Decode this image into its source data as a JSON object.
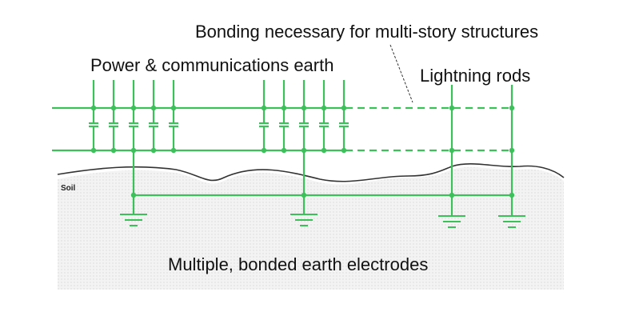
{
  "labels": {
    "bonding": "Bonding necessary for multi-story structures",
    "power_earth": "Power & communications earth",
    "lightning_rods": "Lightning rods",
    "soil": "Soil",
    "electrodes": "Multiple, bonded earth electrodes"
  },
  "colors": {
    "conductor": "#3cc05a",
    "ground_line": "#333333",
    "soil_fill": "#eeeeee",
    "text": "#111111"
  },
  "icons": {
    "capacitor": "capacitor-icon",
    "earth": "earth-ground-icon",
    "node": "junction-dot-icon"
  }
}
